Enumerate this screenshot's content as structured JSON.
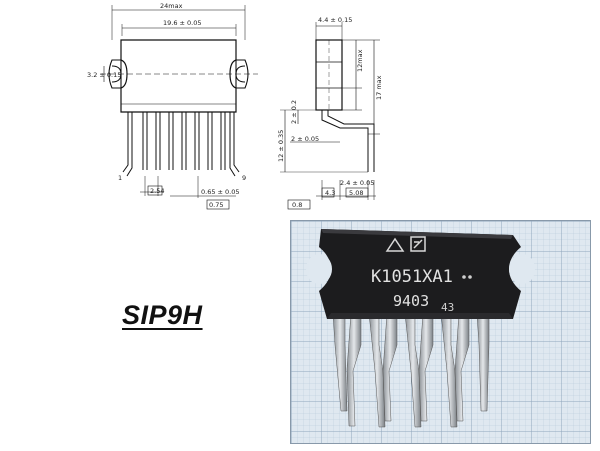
{
  "title": "SIP9H",
  "drawing": {
    "dims": {
      "overall_width": "24max",
      "body_width": "19.6 ± 0.05",
      "mount_hole": "3.2 ± 0.15",
      "pitch": "2.54",
      "lead_width": "0.65 ± 0.05",
      "tolerance_lead": "0.75",
      "pin_first": "1",
      "pin_last": "9",
      "side_thickness": "4.4 ± 0.15",
      "body_height": "12max",
      "overall_height": "17 max",
      "bend": "2 ± 0.2",
      "lead_length": "12 ± 0.35",
      "lead_offset": "2 ± 0.05",
      "side_a": "4.3",
      "side_b": "5.08",
      "side_c": "2.4 ± 0.05",
      "tolerance_side": "0.8"
    }
  },
  "photo": {
    "marking_line1": "К1051ХА1",
    "marking_line2": "9403",
    "marking_code": "43",
    "colors": {
      "grid_bg": "#dfe8f0",
      "grid_line": "#9fb3c8",
      "body": "#1c1c1e",
      "lead": "#b8bcc0"
    }
  }
}
